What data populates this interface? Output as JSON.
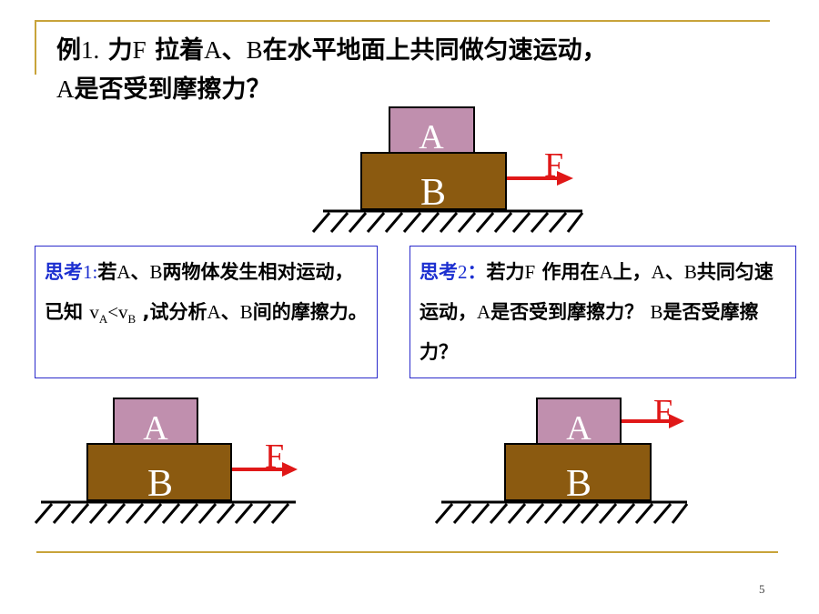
{
  "slide": {
    "title_line1_bold_start": "例",
    "title_line1_num": "1.",
    "title_line1_bold_mid": " 力",
    "title_line1_serif_F": "F",
    "title_line1_bold_mid2": " 拉着",
    "title_line1_serif_A": "A",
    "title_line1_sep": "、",
    "title_line1_serif_B": "B",
    "title_line1_rest": "在水平地面上共同做匀速运动，",
    "title_line2_serif_A": "A",
    "title_line2_rest": "是否受到摩擦力？",
    "page_number": "5"
  },
  "think1": {
    "label": "思考",
    "label_num": "1:",
    "text_a": "若",
    "A": "A",
    "sep": "、",
    "B": "B",
    "text_b": "两物体发生相对运动，已知 ",
    "vA": "v",
    "vA_sub": "A",
    "lt": "<",
    "vB": "v",
    "vB_sub": "B",
    "text_c": " ,试分析",
    "A2": "A",
    "sep2": "、",
    "B2": "B",
    "text_d": "间的摩擦力。"
  },
  "think2": {
    "label": "思考",
    "label_num": "2",
    "colon": "：",
    "text_a": "若力",
    "F": "F",
    "text_b": " 作用在",
    "A": "A",
    "text_c": "上，",
    "A2": "A",
    "sep": "、",
    "B": "B",
    "text_d": "共同匀速运动，",
    "A3": "A",
    "text_e": "是否受到摩擦力？ ",
    "B2": "B",
    "text_f": "是否受摩擦力？"
  },
  "diagram": {
    "block_top_label": "A",
    "block_bottom_label": "B",
    "force_label": "F",
    "colors": {
      "block_a": "#c08fae",
      "block_b": "#8b5a10",
      "arrow": "#e01818",
      "label_white": "#ffffff"
    }
  }
}
